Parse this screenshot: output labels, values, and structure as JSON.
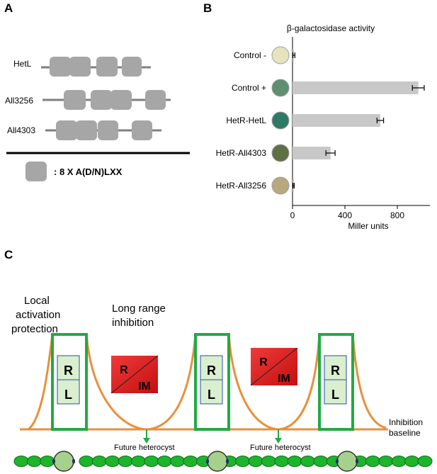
{
  "panels": {
    "a": "A",
    "b": "B",
    "c": "C"
  },
  "panel_a": {
    "proteins": [
      {
        "name": "HetL"
      },
      {
        "name": "All3256"
      },
      {
        "name": "All4303"
      }
    ],
    "legend_text": ": 8 X A(D/N)LXX",
    "colors": {
      "domain": "#a6a6a6",
      "line": "#808080"
    }
  },
  "panel_b": {
    "title": "β-galactosidase activity",
    "xlabel": "Miller units",
    "ticks": [
      "0",
      "400",
      "800"
    ],
    "colony_colors": [
      "#e6e4bd",
      "#5e8f6e",
      "#2f7a66",
      "#5f7044",
      "#b8a97c"
    ]
  },
  "chart_data": {
    "type": "bar",
    "orientation": "horizontal",
    "title": "β-galactosidase activity",
    "xlabel": "Miller units",
    "categories": [
      "Control -",
      "Control +",
      "HetR-HetL",
      "HetR-All4303",
      "HetR-All3256"
    ],
    "values": [
      10,
      960,
      670,
      290,
      8
    ],
    "errors": [
      8,
      45,
      25,
      35,
      5
    ],
    "xlim": [
      0,
      1050
    ],
    "xticks": [
      0,
      400,
      800
    ],
    "bar_color": "#c8c8c8"
  },
  "panel_c": {
    "local_label": [
      "Local",
      "activation",
      "protection"
    ],
    "long_label": [
      "Long range",
      "inhibition"
    ],
    "rl": {
      "r": "R",
      "l": "L"
    },
    "rim": {
      "r": "R",
      "im": "IM"
    },
    "future_heterocyst": "Future heterocyst",
    "inhibition_baseline": [
      "Inhibition",
      "baseline"
    ],
    "colors": {
      "curve": "#e8903c",
      "box": "#22aa44",
      "cell": "#1db52b",
      "heterocyst": "#a6d18c",
      "inhibitor": "#e21c1c",
      "arrow": "#22aa44"
    }
  }
}
